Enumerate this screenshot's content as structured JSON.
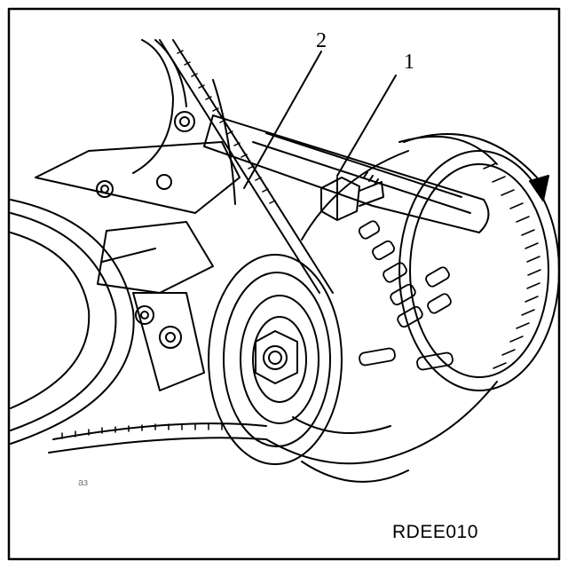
{
  "callouts": {
    "one": "1",
    "two": "2"
  },
  "figure_code": "RDEE010",
  "corner_mark": "аз",
  "colors": {
    "line": "#000000",
    "background": "#ffffff"
  }
}
